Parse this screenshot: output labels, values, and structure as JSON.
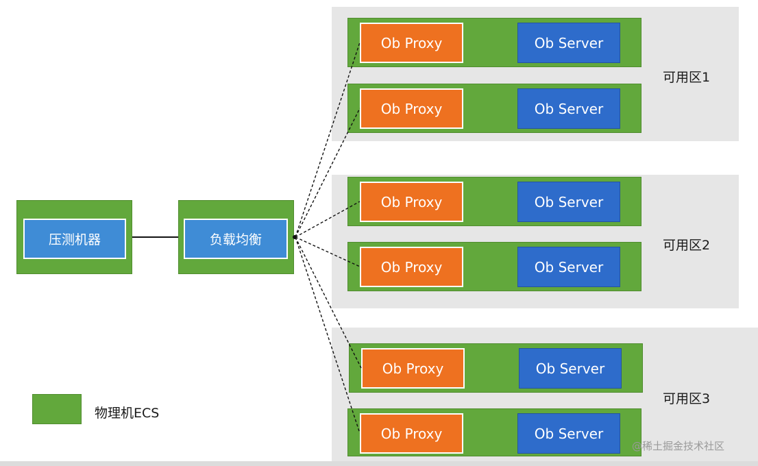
{
  "zones": [
    {
      "label": "可用区1",
      "nodes": [
        {
          "proxy": "Ob Proxy",
          "server": "Ob Server"
        },
        {
          "proxy": "Ob Proxy",
          "server": "Ob Server"
        }
      ]
    },
    {
      "label": "可用区2",
      "nodes": [
        {
          "proxy": "Ob Proxy",
          "server": "Ob Server"
        },
        {
          "proxy": "Ob Proxy",
          "server": "Ob Server"
        }
      ]
    },
    {
      "label": "可用区3",
      "nodes": [
        {
          "proxy": "Ob Proxy",
          "server": "Ob Server"
        },
        {
          "proxy": "Ob Proxy",
          "server": "Ob Server"
        }
      ]
    }
  ],
  "pressure_machine": {
    "label": "压测机器"
  },
  "load_balancer": {
    "label": "负载均衡"
  },
  "legend": {
    "label": "物理机ECS"
  },
  "watermark": "@稀土掘金技术社区"
}
